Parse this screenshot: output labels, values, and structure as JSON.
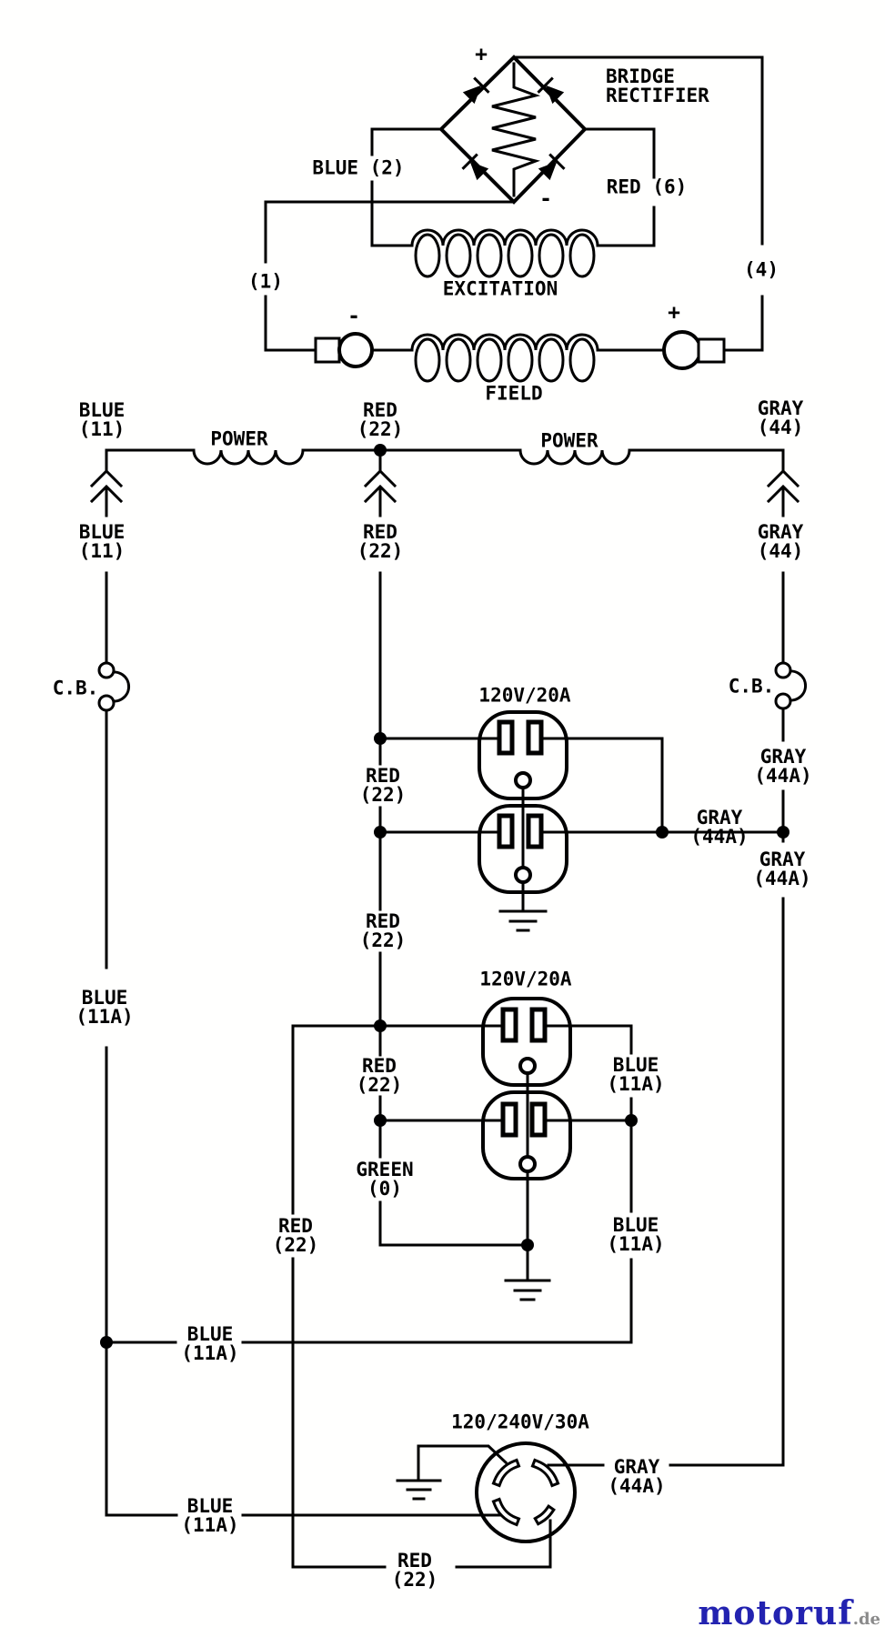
{
  "colors": {
    "line": "#000000",
    "background": "#ffffff",
    "watermark_blue": "#2323b0",
    "watermark_gray": "#8a8a8a"
  },
  "top": {
    "plus": "+",
    "minus": "-",
    "bridge_name": "BRIDGE\nRECTIFIER",
    "blue_2": "BLUE (2)",
    "red_6": "RED (6)",
    "wire_1": "(1)",
    "wire_4": "(4)",
    "excitation": "EXCITATION",
    "field": "FIELD",
    "field_minus": "-",
    "field_plus": "+"
  },
  "power_row": {
    "power_left": "POWER",
    "power_right": "POWER",
    "blue_11_top": "BLUE\n(11)",
    "red_22_top": "RED\n(22)",
    "gray_44_top": "GRAY\n(44)",
    "blue_11_bottom": "BLUE\n(11)",
    "red_22_bottom": "RED\n(22)",
    "gray_44_bottom": "GRAY\n(44)"
  },
  "breakers": {
    "left": "C.B.",
    "right": "C.B."
  },
  "outlets": {
    "duplex1_label": "120V/20A",
    "duplex2_label": "120V/20A",
    "twistlock_label": "120/240V/30A"
  },
  "wires": {
    "red_22_o1_top": "RED\n(22)",
    "gray_44a_cb": "GRAY\n(44A)",
    "gray_44a_link": "GRAY\n(44A)",
    "red_22_o1_bot": "RED\n(22)",
    "gray_44a_right": "GRAY\n(44A)",
    "blue_11a_left": "BLUE\n(11A)",
    "red_22_o2": "RED\n(22)",
    "blue_11a_o2_top": "BLUE\n(11A)",
    "green_0": "GREEN\n(0)",
    "red_22_drop": "RED\n(22)",
    "blue_11a_o2_bot": "BLUE\n(11A)",
    "blue_11a_bus1": "BLUE\n(11A)",
    "gray_44a_twist": "GRAY\n(44A)",
    "blue_11a_bus2": "BLUE\n(11A)",
    "red_22_twist": "RED\n(22)"
  },
  "watermark": {
    "name": "motoruf",
    "tld": ".de"
  }
}
